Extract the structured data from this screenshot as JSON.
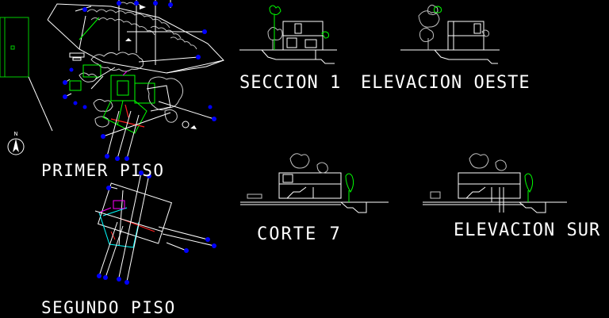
{
  "drawing": {
    "background": "#000000",
    "colors": {
      "text": "#ffffff",
      "lines": "#ffffff",
      "walls": "#00ff00",
      "dimension_markers": "#0000ff",
      "section_markers": "#ff2020",
      "vegetation": "#bfbfbf",
      "sheet_frame": "#00cc00",
      "cyan_elements": "#00ffff",
      "magenta_elements": "#ff00ff"
    },
    "north_label": "N",
    "labels": {
      "primer_piso": "PRIMER PISO",
      "segundo_piso": "SEGUNDO PISO",
      "seccion_1": "SECCION 1",
      "elevacion_oeste": "ELEVACION OESTE",
      "corte_7": "CORTE  7",
      "elevacion_sur": "ELEVACION SUR"
    }
  }
}
